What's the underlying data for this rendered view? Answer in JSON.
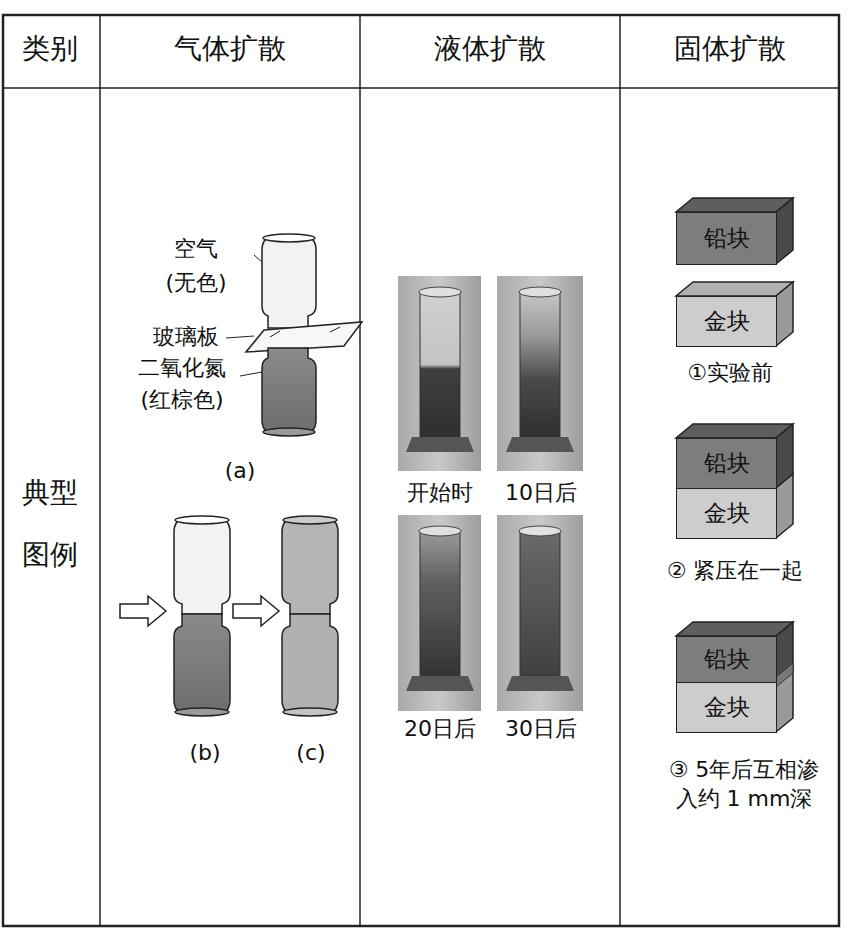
{
  "diagram": {
    "nodes": [
      {
        "text": [
          "铅块"
        ]
      },
      {
        "text": [
          "金块"
        ]
      },
      {
        "text": [
          "铅块"
        ]
      },
      {
        "text": [
          "金块"
        ]
      },
      {
        "text": [
          "铅块"
        ]
      },
      {
        "text": [
          "金块"
        ]
      }
    ],
    "labels": [
      "类别",
      "气体扩散",
      "液体扩散",
      "固体扩散",
      "典型 图例",
      "空气 (无色)",
      "玻璃板",
      "二氧化氮 (红棕色)",
      "(a)",
      "(b)",
      "(c)",
      "开始时",
      "10日后",
      "20日后",
      "30日后",
      "①实验前",
      "② 紧压在一起",
      "③ 5年后互相渗 入约 1 mm深"
    ]
  }
}
